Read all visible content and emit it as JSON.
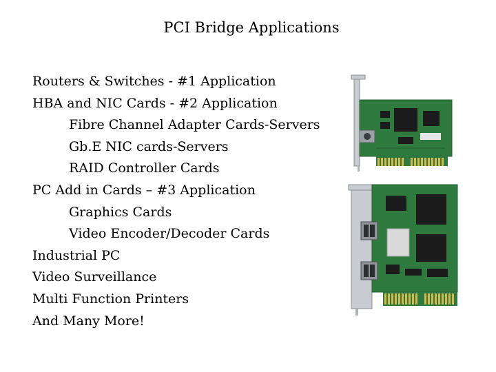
{
  "slide": {
    "title": "PCI Bridge Applications",
    "items": [
      {
        "text": "Routers & Switches - #1 Application",
        "level": 1
      },
      {
        "text": "HBA and NIC Cards - #2 Application",
        "level": 1
      },
      {
        "text": "Fibre Channel Adapter Cards-Servers",
        "level": 2
      },
      {
        "text": "Gb.E NIC cards-Servers",
        "level": 2
      },
      {
        "text": "RAID Controller Cards",
        "level": 2
      },
      {
        "text": "PC Add in Cards – #3 Application",
        "level": 1
      },
      {
        "text": "Graphics Cards",
        "level": 2
      },
      {
        "text": "Video Encoder/Decoder Cards",
        "level": 2
      },
      {
        "text": "Industrial PC",
        "level": 1
      },
      {
        "text": "Video Surveillance",
        "level": 1
      },
      {
        "text": "Multi Function Printers",
        "level": 1
      },
      {
        "text": "And Many More!",
        "level": 1
      }
    ]
  },
  "images": [
    {
      "icon": "pci-card-single-port-icon"
    },
    {
      "icon": "pci-card-dual-port-icon"
    }
  ],
  "colors": {
    "pcb": "#2f7a3e",
    "pcb_dark": "#245f31",
    "bracket": "#c8cbcf",
    "gold": "#d8b84a",
    "chip": "#1c1c1c"
  }
}
